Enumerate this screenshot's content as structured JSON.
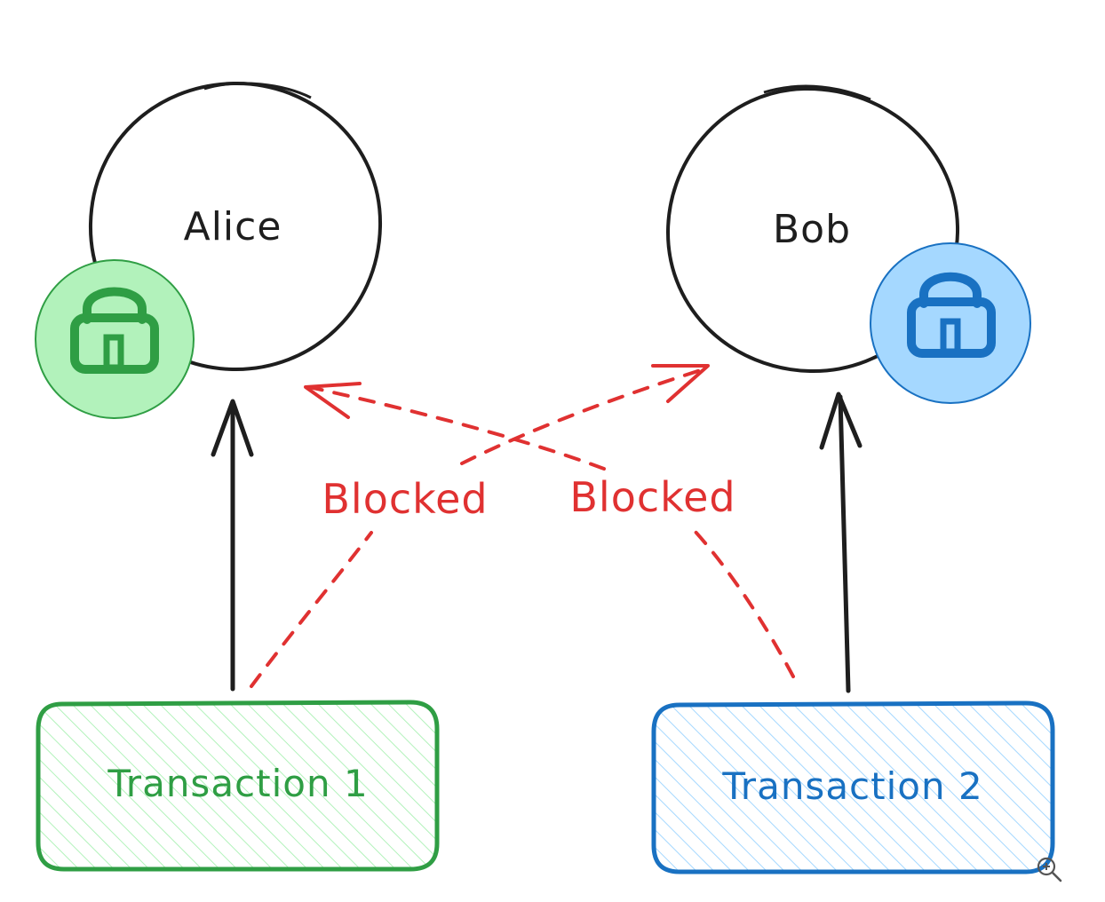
{
  "nodes": {
    "alice": {
      "label": "Alice",
      "lock_color": "#2f9e44",
      "lock_fill": "#b2f2bb"
    },
    "bob": {
      "label": "Bob",
      "lock_color": "#1971c2",
      "lock_fill": "#a5d8ff"
    }
  },
  "transactions": {
    "t1": {
      "label": "Transaction 1",
      "stroke": "#2f9e44",
      "hatch": "#b2f2bb",
      "text_color": "#2f9e44"
    },
    "t2": {
      "label": "Transaction 2",
      "stroke": "#1971c2",
      "hatch": "#a5d8ff",
      "text_color": "#1971c2"
    }
  },
  "edges": {
    "blocked_label_1": "Blocked",
    "blocked_label_2": "Blocked",
    "blocked_color": "#e03131"
  },
  "controls": {
    "zoom_icon": "zoom-in-icon"
  }
}
